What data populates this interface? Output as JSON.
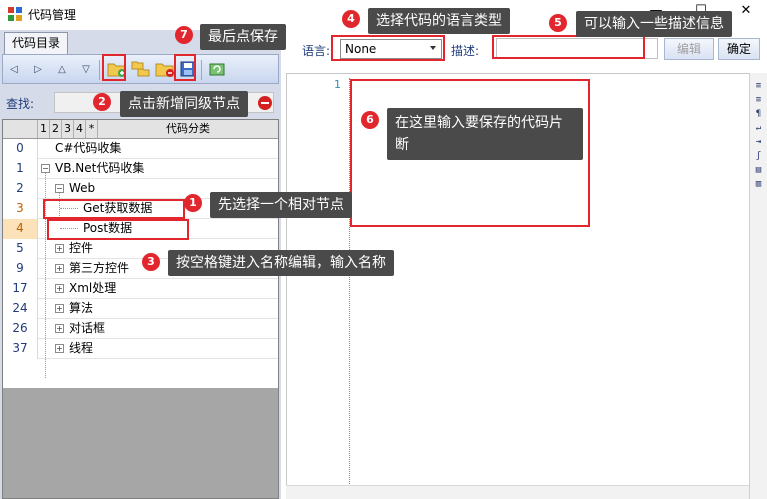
{
  "window": {
    "title": "代码管理",
    "minimize": "—",
    "maximize": "☐",
    "close": "✕"
  },
  "left": {
    "tab_label": "代码目录",
    "find_label": "查找:",
    "toolbar_icons": [
      "prev-icon",
      "next-icon",
      "up-icon",
      "down-icon",
      "add-sibling-node-icon",
      "add-child-node-icon",
      "delete-node-icon",
      "save-icon",
      "refresh-icon"
    ],
    "grid_header": {
      "levels": [
        "1",
        "2",
        "3",
        "4",
        "*"
      ],
      "category": "代码分类"
    },
    "rows": [
      {
        "num": "0",
        "label": "C#代码收集"
      },
      {
        "num": "1",
        "label": "VB.Net代码收集"
      },
      {
        "num": "2",
        "label": "Web"
      },
      {
        "num": "3",
        "label": "Get获取数据"
      },
      {
        "num": "4",
        "label": "Post数据"
      },
      {
        "num": "5",
        "label": "控件"
      },
      {
        "num": "9",
        "label": "第三方控件"
      },
      {
        "num": "17",
        "label": "Xml处理"
      },
      {
        "num": "24",
        "label": "算法"
      },
      {
        "num": "26",
        "label": "对话框"
      },
      {
        "num": "37",
        "label": "线程"
      }
    ],
    "selected_row": "4"
  },
  "right": {
    "lang_label": "语言:",
    "lang_value": "None",
    "desc_label": "描述:",
    "desc_value": "",
    "edit_button": "编辑",
    "ok_button": "确定",
    "line_number": "1"
  },
  "annotations": [
    {
      "num": "1",
      "text": "先选择一个相对节点"
    },
    {
      "num": "2",
      "text": "点击新增同级节点"
    },
    {
      "num": "3",
      "text": "按空格键进入名称编辑，输入名称"
    },
    {
      "num": "4",
      "text": "选择代码的语言类型"
    },
    {
      "num": "5",
      "text": "可以输入一些描述信息"
    },
    {
      "num": "6",
      "text": "在这里输入要保存的代码片断"
    },
    {
      "num": "7",
      "text": "最后点保存"
    }
  ],
  "colors": {
    "annotation_red": "#e2262e",
    "callout_bg": "#4a4a4a",
    "selected_row": "#fbe2b9"
  }
}
